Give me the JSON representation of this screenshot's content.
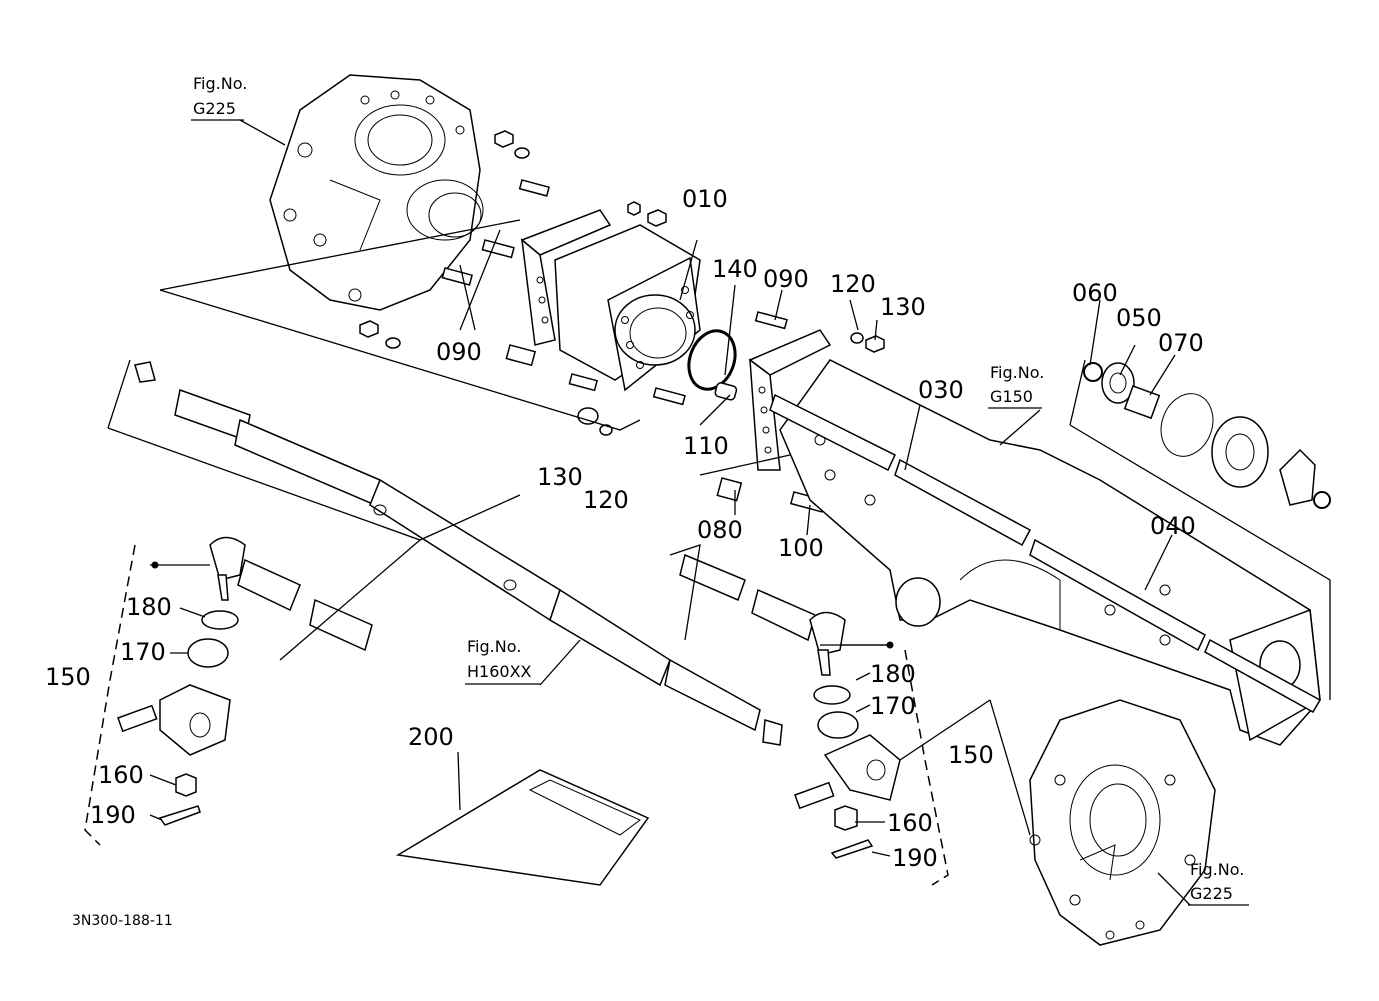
{
  "diagram": {
    "drawing_code": "3N300-188-11",
    "part_numbers": {
      "p010": "010",
      "p030": "030",
      "p040": "040",
      "p050": "050",
      "p060": "060",
      "p070": "070",
      "p080": "080",
      "p090a": "090",
      "p090b": "090",
      "p100": "100",
      "p110": "110",
      "p120a": "120",
      "p120b": "120",
      "p130a": "130",
      "p130b": "130",
      "p140": "140",
      "p150a": "150",
      "p150b": "150",
      "p160a": "160",
      "p160b": "160",
      "p170a": "170",
      "p170b": "170",
      "p180a": "180",
      "p180b": "180",
      "p190a": "190",
      "p190b": "190",
      "p200": "200"
    },
    "figure_refs": {
      "g225_top": {
        "label": "Fig.No.",
        "code": "G225"
      },
      "g150": {
        "label": "Fig.No.",
        "code": "G150"
      },
      "h160": {
        "label": "Fig.No.",
        "code": "H160XX"
      },
      "g225_bottom": {
        "label": "Fig.No.",
        "code": "G225"
      }
    }
  }
}
